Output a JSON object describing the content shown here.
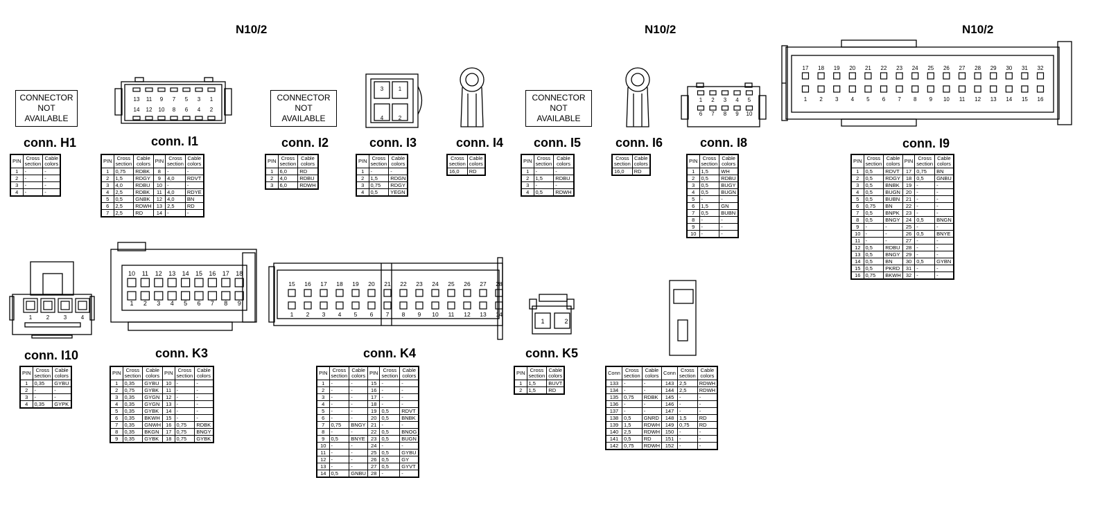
{
  "headers": [
    "N10/2",
    "N10/2",
    "N10/2"
  ],
  "not_available": "CONNECTOR\nNOT\nAVAILABLE",
  "col_pin": "PIN",
  "col_conn": "Conn",
  "col_cross": "Cross\nsection",
  "col_cable": "Cable\ncolors",
  "connectors": {
    "H1": {
      "name": "conn. H1",
      "rows": [
        [
          "1",
          "-",
          "-"
        ],
        [
          "2",
          "-",
          "-"
        ],
        [
          "3",
          "-",
          "-"
        ],
        [
          "4",
          "-",
          "-"
        ]
      ]
    },
    "I1": {
      "name": "conn. I1",
      "rows": [
        [
          "1",
          "0,75",
          "RDBK",
          "8",
          "-",
          "-"
        ],
        [
          "2",
          "1,5",
          "RDGY",
          "9",
          "4,0",
          "RDVT"
        ],
        [
          "3",
          "4,0",
          "RDBU",
          "10",
          "-",
          "-"
        ],
        [
          "4",
          "2,5",
          "RDBK",
          "11",
          "4,0",
          "RDYE"
        ],
        [
          "5",
          "0,5",
          "GNBK",
          "12",
          "4,0",
          "BN"
        ],
        [
          "6",
          "2,5",
          "RDWH",
          "13",
          "2,5",
          "RD"
        ],
        [
          "7",
          "2,5",
          "RD",
          "14",
          "-",
          "-"
        ]
      ]
    },
    "I2": {
      "name": "conn. I2",
      "rows": [
        [
          "1",
          "6,0",
          "RD"
        ],
        [
          "2",
          "4,0",
          "RDBU"
        ],
        [
          "3",
          "6,0",
          "RDWH"
        ]
      ]
    },
    "I3": {
      "name": "conn. I3",
      "rows": [
        [
          "1",
          "-",
          "-"
        ],
        [
          "2",
          "1,5",
          "RDGN"
        ],
        [
          "3",
          "0,75",
          "RDGY"
        ],
        [
          "4",
          "0,5",
          "YEGN"
        ]
      ]
    },
    "I4": {
      "name": "conn. I4",
      "rows": [
        [
          "16,0",
          "RD"
        ]
      ]
    },
    "I5": {
      "name": "conn. I5",
      "rows": [
        [
          "1",
          "-",
          "-"
        ],
        [
          "2",
          "1,5",
          "RDBU"
        ],
        [
          "3",
          "-",
          "-"
        ],
        [
          "4",
          "0,5",
          "RDWH"
        ]
      ]
    },
    "I6": {
      "name": "conn. I6",
      "rows": [
        [
          "16,0",
          "RD"
        ]
      ]
    },
    "I8": {
      "name": "conn. I8",
      "rows": [
        [
          "1",
          "1,5",
          "WH"
        ],
        [
          "2",
          "0,5",
          "RDBU"
        ],
        [
          "3",
          "0,5",
          "BUGY"
        ],
        [
          "4",
          "0,5",
          "BUGN"
        ],
        [
          "5",
          "-",
          "-"
        ],
        [
          "6",
          "1,5",
          "GN"
        ],
        [
          "7",
          "0,5",
          "BUBN"
        ],
        [
          "8",
          "-",
          "-"
        ],
        [
          "9",
          "-",
          "-"
        ],
        [
          "10",
          "-",
          "-"
        ]
      ]
    },
    "I9": {
      "name": "conn. I9",
      "rows": [
        [
          "1",
          "0,5",
          "RDVT",
          "17",
          "0,75",
          "BN"
        ],
        [
          "2",
          "0,5",
          "RDGY",
          "18",
          "0,5",
          "GNBU"
        ],
        [
          "3",
          "0,5",
          "BNBK",
          "19",
          "-",
          "-"
        ],
        [
          "4",
          "0,5",
          "BUGN",
          "20",
          "-",
          "-"
        ],
        [
          "5",
          "0,5",
          "BUBN",
          "21",
          "-",
          "-"
        ],
        [
          "6",
          "0,75",
          "BN",
          "22",
          "-",
          "-"
        ],
        [
          "7",
          "0,5",
          "BNPK",
          "23",
          "-",
          "-"
        ],
        [
          "8",
          "0,5",
          "BNGY",
          "24",
          "0,5",
          "BNGN"
        ],
        [
          "9",
          "-",
          "-",
          "25",
          "-",
          "-"
        ],
        [
          "10",
          "-",
          "-",
          "26",
          "0,5",
          "BNYE"
        ],
        [
          "11",
          "-",
          "-",
          "27",
          "-",
          "-"
        ],
        [
          "12",
          "0,5",
          "RDBU",
          "28",
          "-",
          "-"
        ],
        [
          "13",
          "0,5",
          "BNGY",
          "29",
          "-",
          "-"
        ],
        [
          "14",
          "0,5",
          "BN",
          "30",
          "0,5",
          "GYBN"
        ],
        [
          "15",
          "0,5",
          "PKRD",
          "31",
          "-",
          "-"
        ],
        [
          "16",
          "0,75",
          "BKWH",
          "32",
          "-",
          "-"
        ]
      ]
    },
    "I10": {
      "name": "conn. I10",
      "rows": [
        [
          "1",
          "0,35",
          "GYBU"
        ],
        [
          "2",
          "-",
          "-"
        ],
        [
          "3",
          "-",
          "-"
        ],
        [
          "4",
          "0,35",
          "GYPK"
        ]
      ]
    },
    "K3": {
      "name": "conn. K3",
      "rows": [
        [
          "1",
          "0,35",
          "GYBU",
          "10",
          "-",
          "-"
        ],
        [
          "2",
          "0,75",
          "GYBK",
          "11",
          "-",
          "-"
        ],
        [
          "3",
          "0,35",
          "GYGN",
          "12",
          "-",
          "-"
        ],
        [
          "4",
          "0,35",
          "GYGN",
          "13",
          "-",
          "-"
        ],
        [
          "5",
          "0,35",
          "GYBK",
          "14",
          "-",
          "-"
        ],
        [
          "6",
          "0,35",
          "BKWH",
          "15",
          "-",
          "-"
        ],
        [
          "7",
          "0,35",
          "GNWH",
          "16",
          "0,75",
          "RDBK"
        ],
        [
          "8",
          "0,35",
          "BKGN",
          "17",
          "0,75",
          "BNGY"
        ],
        [
          "9",
          "0,35",
          "GYBK",
          "18",
          "0,75",
          "GYBK"
        ]
      ]
    },
    "K4": {
      "name": "conn. K4",
      "rows": [
        [
          "1",
          "-",
          "-",
          "15",
          "-",
          "-"
        ],
        [
          "2",
          "-",
          "-",
          "16",
          "-",
          "-"
        ],
        [
          "3",
          "-",
          "-",
          "17",
          "-",
          "-"
        ],
        [
          "4",
          "-",
          "-",
          "18",
          "-",
          "-"
        ],
        [
          "5",
          "-",
          "-",
          "19",
          "0,5",
          "RDVT"
        ],
        [
          "6",
          "-",
          "-",
          "20",
          "0,5",
          "BNBK"
        ],
        [
          "7",
          "0,75",
          "BNGY",
          "21",
          "-",
          "-"
        ],
        [
          "8",
          "-",
          "-",
          "22",
          "0,5",
          "BNOG"
        ],
        [
          "9",
          "0,5",
          "BNYE",
          "23",
          "0,5",
          "BUGN"
        ],
        [
          "10",
          "-",
          "-",
          "24",
          "-",
          "-"
        ],
        [
          "11",
          "-",
          "-",
          "25",
          "0,5",
          "GYBU"
        ],
        [
          "12",
          "-",
          "-",
          "26",
          "0,5",
          "GY"
        ],
        [
          "13",
          "-",
          "-",
          "27",
          "0,5",
          "GYVT"
        ],
        [
          "14",
          "0,5",
          "GNBU",
          "28",
          "-",
          "-"
        ]
      ]
    },
    "K5": {
      "name": "conn. K5",
      "rows": [
        [
          "1",
          "1,5",
          "BUVT"
        ],
        [
          "2",
          "1,5",
          "RD"
        ]
      ]
    },
    "CB": {
      "rows": [
        [
          "133",
          "-",
          "-",
          "143",
          "2,5",
          "RDWH"
        ],
        [
          "134",
          "-",
          "-",
          "144",
          "2,5",
          "RDWH"
        ],
        [
          "135",
          "0,75",
          "RDBK",
          "145",
          "-",
          "-"
        ],
        [
          "136",
          "-",
          "-",
          "146",
          "-",
          "-"
        ],
        [
          "137",
          "-",
          "-",
          "147",
          "-",
          "-"
        ],
        [
          "138",
          "0,5",
          "GNRD",
          "148",
          "1,5",
          "RD"
        ],
        [
          "139",
          "1,5",
          "RDWH",
          "149",
          "0,75",
          "RD"
        ],
        [
          "140",
          "2,5",
          "RDWH",
          "150",
          "-",
          "-"
        ],
        [
          "141",
          "0,5",
          "RD",
          "151",
          "-",
          "-"
        ],
        [
          "142",
          "0,75",
          "RDWH",
          "152",
          "-",
          "-"
        ]
      ]
    }
  },
  "pins": {
    "I1_top": [
      "13",
      "11",
      "9",
      "7",
      "5",
      "3",
      "1"
    ],
    "I1_bot": [
      "14",
      "12",
      "10",
      "8",
      "6",
      "4",
      "2"
    ],
    "I3": [
      "3",
      "1",
      "4",
      "2"
    ],
    "I8_top": [
      "1",
      "2",
      "3",
      "4",
      "5"
    ],
    "I8_bot": [
      "6",
      "7",
      "8",
      "9",
      "10"
    ],
    "I9_top": [
      "17",
      "18",
      "19",
      "20",
      "21",
      "22",
      "23",
      "24",
      "25",
      "26",
      "27",
      "28",
      "29",
      "30",
      "31",
      "32"
    ],
    "I9_bot": [
      "1",
      "2",
      "3",
      "4",
      "5",
      "6",
      "7",
      "8",
      "9",
      "10",
      "11",
      "12",
      "13",
      "14",
      "15",
      "16"
    ],
    "I10": [
      "1",
      "2",
      "3",
      "4"
    ],
    "K3_top": [
      "10",
      "11",
      "12",
      "13",
      "14",
      "15",
      "16",
      "17",
      "18"
    ],
    "K3_bot": [
      "1",
      "2",
      "3",
      "4",
      "5",
      "6",
      "7",
      "8",
      "9"
    ],
    "K4_top": [
      "15",
      "16",
      "17",
      "18",
      "19",
      "20",
      "21",
      "22",
      "23",
      "24",
      "25",
      "26",
      "27",
      "28"
    ],
    "K4_bot": [
      "1",
      "2",
      "3",
      "4",
      "5",
      "6",
      "7",
      "8",
      "9",
      "10",
      "11",
      "12",
      "13",
      "14"
    ],
    "K5": [
      "1",
      "2"
    ]
  }
}
